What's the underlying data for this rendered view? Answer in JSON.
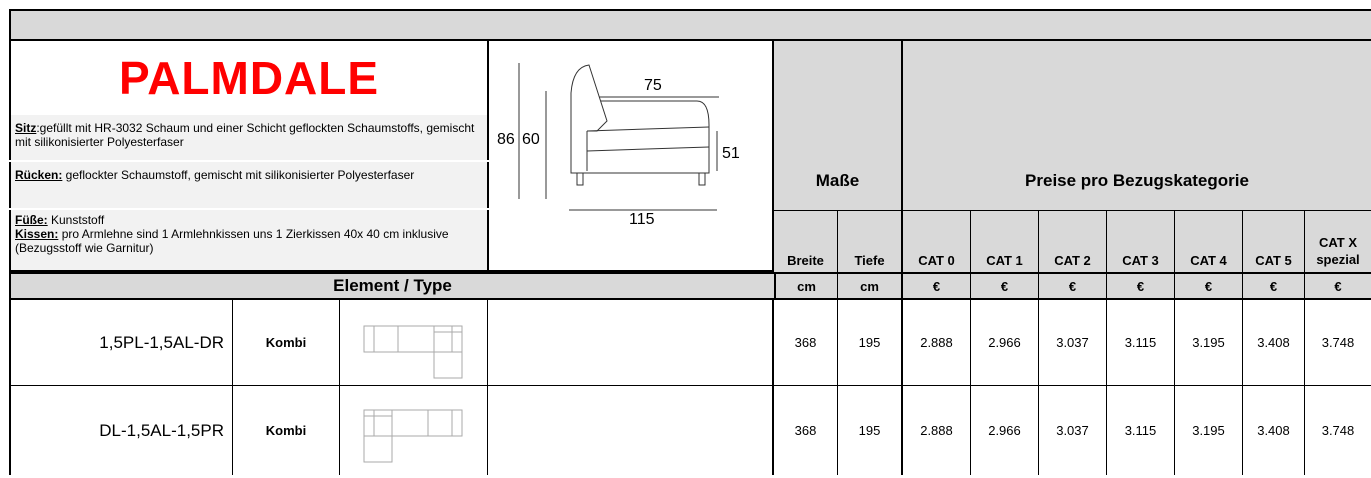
{
  "product": {
    "title": "PALMDALE",
    "desc": {
      "sitz_label": "Sitz",
      "sitz_text": ":gefüllt mit HR-3032 Schaum und einer Schicht geflockten Schaumstoffs, gemischt mit silikonisierter Polyesterfaser",
      "ruecken_label": "Rücken:",
      "ruecken_text": " geflockter Schaumstoff, gemischt mit silikonisierter Polyesterfaser",
      "fuesse_label": "Füße:",
      "fuesse_text": " Kunststoff",
      "kissen_label": "Kissen:",
      "kissen_text": " pro Armlehne sind 1 Armlehnkissen uns 1 Zierkissen 40x 40 cm inklusive (Bezugsstoff wie Garnitur)"
    }
  },
  "drawing": {
    "dim_width": "75",
    "dim_height_total": "86",
    "dim_seat_height": "60",
    "dim_side": "51",
    "dim_length": "115"
  },
  "header": {
    "masse": "Maße",
    "preise": "Preise pro Bezugskategorie",
    "element_type": "Element / Type",
    "columns": [
      "Breite",
      "Tiefe",
      "CAT 0",
      "CAT 1",
      "CAT 2",
      "CAT 3",
      "CAT 4",
      "CAT 5",
      "CAT X"
    ],
    "cat_x_sub": "spezial",
    "units": [
      "cm",
      "cm",
      "€",
      "€",
      "€",
      "€",
      "€",
      "€",
      "€"
    ]
  },
  "rows": [
    {
      "code": "1,5PL-1,5AL-DR",
      "type": "Kombi",
      "values": [
        "368",
        "195",
        "2.888",
        "2.966",
        "3.037",
        "3.115",
        "3.195",
        "3.408",
        "3.748"
      ]
    },
    {
      "code": "DL-1,5AL-1,5PR",
      "type": "Kombi",
      "values": [
        "368",
        "195",
        "2.888",
        "2.966",
        "3.037",
        "3.115",
        "3.195",
        "3.408",
        "3.748"
      ]
    }
  ]
}
